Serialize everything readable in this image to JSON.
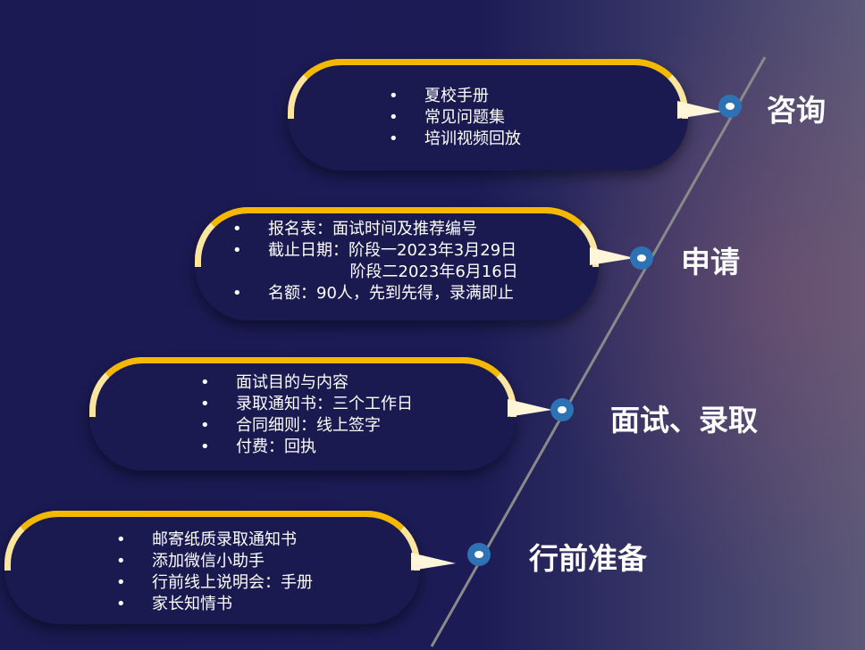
{
  "stages": [
    {
      "title": "咨询",
      "items": [
        "夏校手册",
        "常见问题集",
        "培训视频回放"
      ]
    },
    {
      "title": "申请",
      "items": [
        "报名表：面试时间及推荐编号",
        "截止日期：阶段一2023年3月29日",
        "                阶段二2023年6月16日",
        "名额：90人，先到先得，录满即止"
      ]
    },
    {
      "title": "面试、录取",
      "items": [
        "面试目的与内容",
        "录取通知书：三个工作日",
        "合同细则：线上签字",
        "付费：回执"
      ]
    },
    {
      "title": "行前准备",
      "items": [
        "邮寄纸质录取通知书",
        "添加微信小助手",
        "行前线上说明会：手册",
        "家长知情书"
      ]
    }
  ],
  "bullet": "•",
  "colors": {
    "accent": "#f5b800",
    "node": "#2d72b5",
    "background": "#1b1a52"
  }
}
